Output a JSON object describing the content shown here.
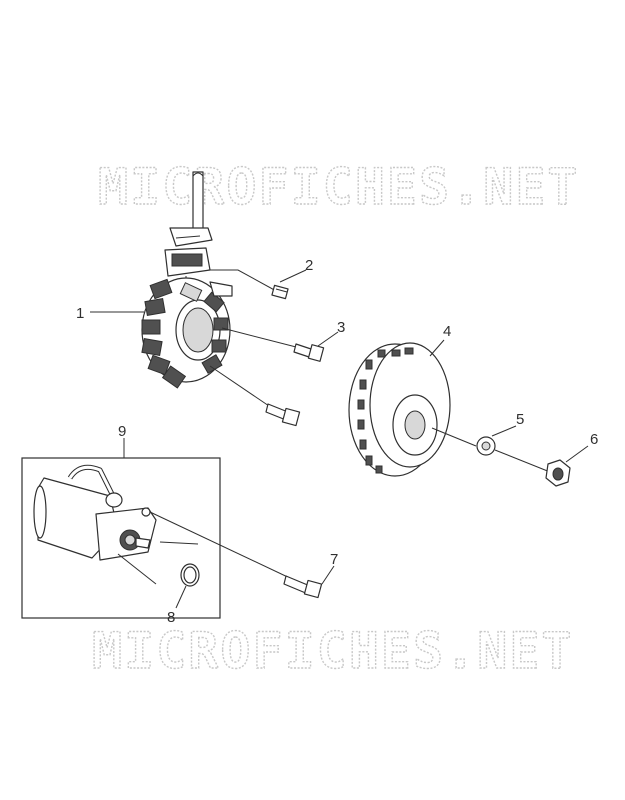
{
  "watermark": {
    "top_text": "MICROFICHES.NET",
    "bottom_text": "MICROFICHES.NET"
  },
  "callouts": [
    {
      "id": "1",
      "label": "1",
      "part": "stator"
    },
    {
      "id": "2",
      "label": "2",
      "part": "bolt"
    },
    {
      "id": "3",
      "label": "3",
      "part": "bolt"
    },
    {
      "id": "4",
      "label": "4",
      "part": "flywheel"
    },
    {
      "id": "5",
      "label": "5",
      "part": "washer"
    },
    {
      "id": "6",
      "label": "6",
      "part": "flange-nut"
    },
    {
      "id": "7",
      "label": "7",
      "part": "bolt"
    },
    {
      "id": "8",
      "label": "8",
      "part": "o-ring"
    },
    {
      "id": "9",
      "label": "9",
      "part": "starter-motor-assembly"
    }
  ],
  "colors": {
    "line": "#303030",
    "watermark": "#c8c8c8",
    "background": "#ffffff"
  }
}
